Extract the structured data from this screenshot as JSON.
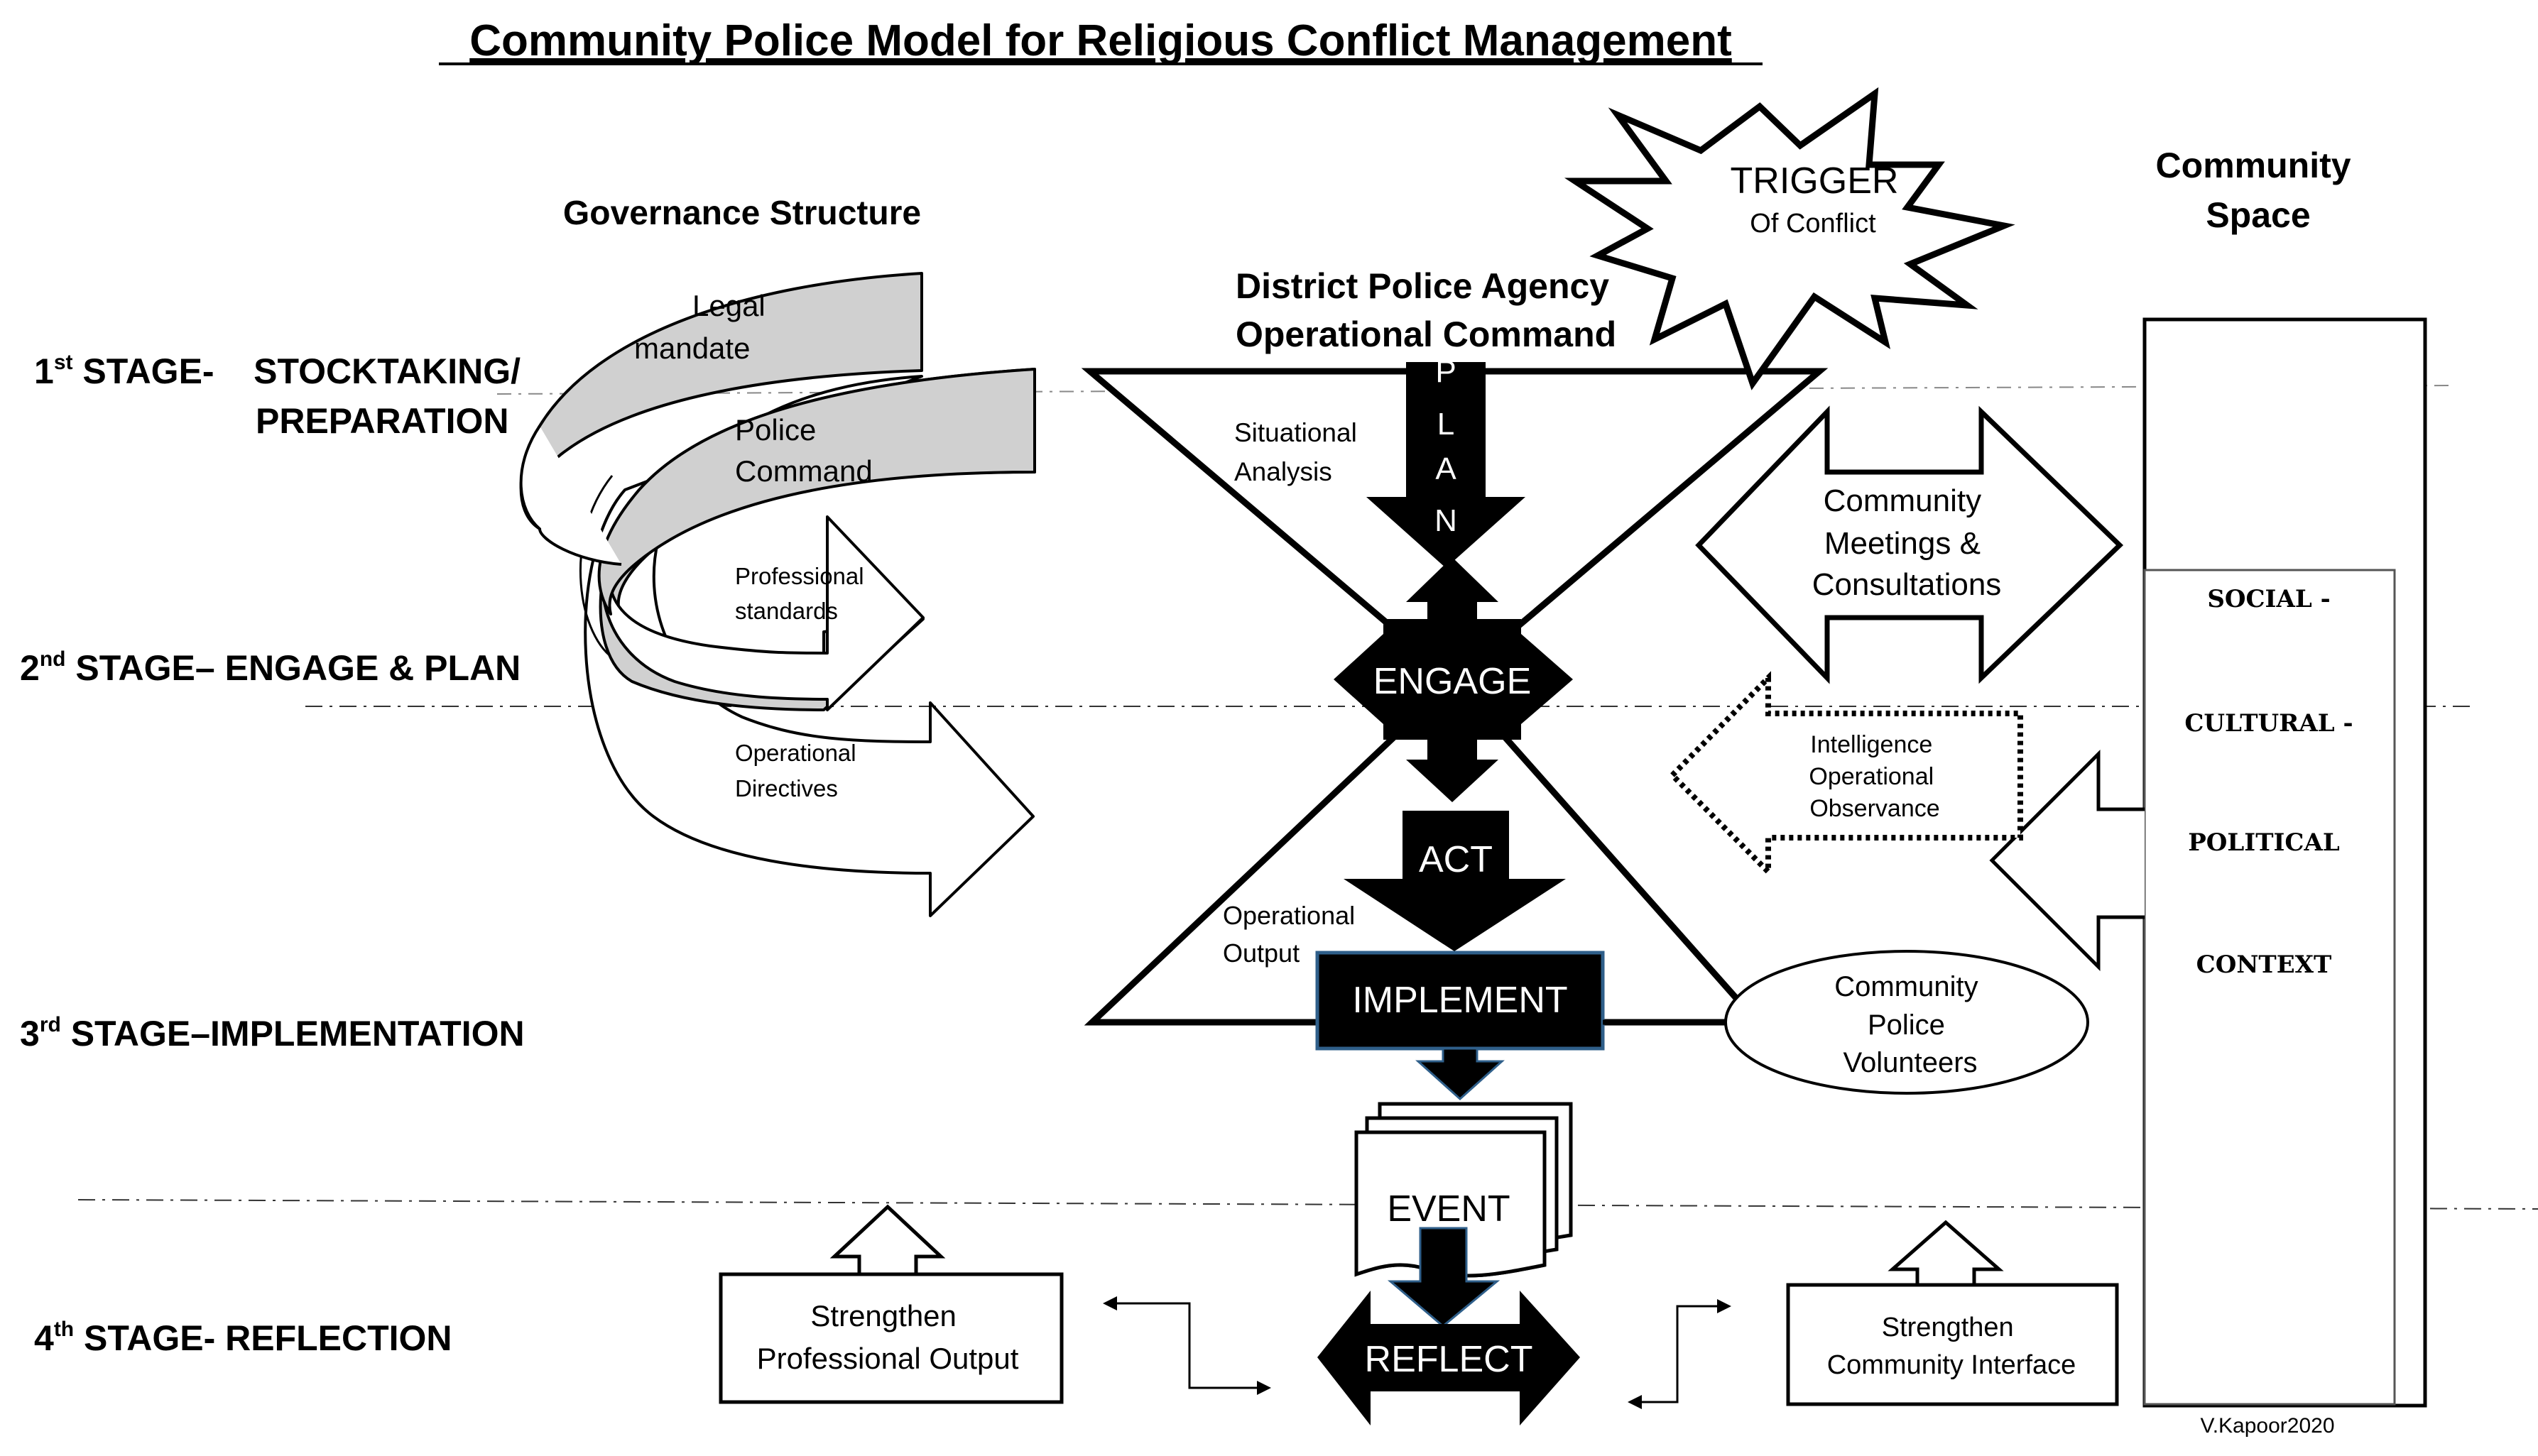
{
  "title": "Community Police Model for Religious Conflict Management",
  "stages": {
    "stage1": {
      "num": "1",
      "sup": "st",
      "label": " STAGE-    STOCKTAKING/",
      "label2": "PREPARATION"
    },
    "stage2": {
      "num": "2",
      "sup": "nd",
      "label": "  STAGE– ENGAGE & PLAN"
    },
    "stage3": {
      "num": "3",
      "sup": "rd",
      "label": " STAGE–IMPLEMENTATION"
    },
    "stage4": {
      "num": "4",
      "sup": "th",
      "label": " STAGE- REFLECTION"
    }
  },
  "governance": {
    "heading": "Governance Structure",
    "legal_mandate": [
      "Legal",
      "mandate"
    ],
    "police_command": [
      "Police",
      "Command"
    ],
    "professional_standards": [
      "Professional",
      "standards"
    ],
    "operational_directives": [
      "Operational",
      "Directives"
    ]
  },
  "agency": {
    "heading": [
      "District Police Agency",
      "Operational Command"
    ],
    "plan_letters": [
      "P",
      "L",
      "A",
      "N"
    ],
    "situational_analysis": [
      "Situational",
      "Analysis"
    ],
    "engage": "ENGAGE",
    "act": "ACT",
    "operational_output": [
      "Operational",
      "Output"
    ],
    "implement": "IMPLEMENT",
    "event": "EVENT",
    "reflect": "REFLECT"
  },
  "trigger": {
    "line1": "TRIGGER",
    "line2": "Of Conflict"
  },
  "community": {
    "heading": [
      "Community",
      "Space"
    ],
    "meetings": [
      "Community",
      "Meetings &",
      "Consultations"
    ],
    "intelligence": [
      "Intelligence",
      "Operational",
      "Observance"
    ],
    "volunteers": [
      "Community",
      "Police",
      "Volunteers"
    ],
    "context": [
      "SOCIAL -",
      "CULTURAL -",
      "POLITICAL",
      "CONTEXT"
    ]
  },
  "reflection": {
    "professional_output": [
      "Strengthen",
      "Professional Output"
    ],
    "community_interface": [
      "Strengthen",
      "Community Interface"
    ]
  },
  "credit": "V.Kapoor2020"
}
